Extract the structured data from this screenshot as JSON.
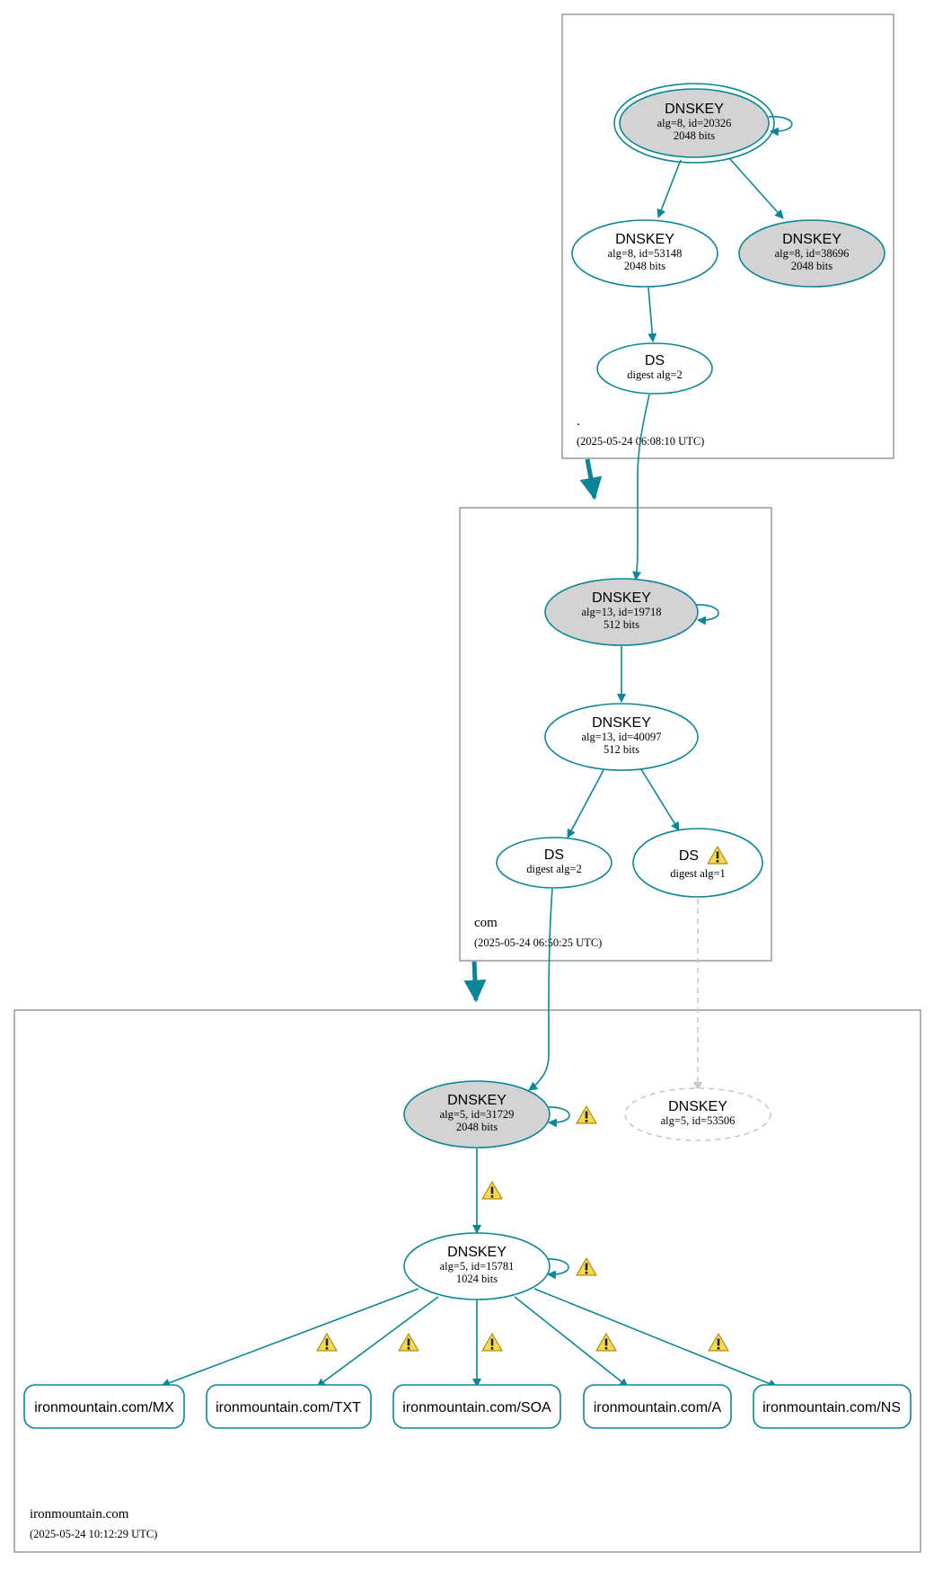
{
  "colors": {
    "edge": "#0a8797",
    "secure_fill": "#d3d3d3",
    "plain_fill": "#ffffff",
    "missing": "#c8c8c8",
    "zone_border": "#666666",
    "warn_fill": "#f5d94f",
    "warn_stroke": "#b08a12"
  },
  "icons": {
    "warning": "warning-triangle-icon"
  },
  "zones": {
    "root": {
      "name": ".",
      "timestamp": "(2025-05-24 06:08:10 UTC)"
    },
    "com": {
      "name": "com",
      "timestamp": "(2025-05-24 06:50:25 UTC)"
    },
    "ironmountain": {
      "name": "ironmountain.com",
      "timestamp": "(2025-05-24 10:12:29 UTC)"
    }
  },
  "nodes": {
    "root_ksk": {
      "title": "DNSKEY",
      "line1": "alg=8, id=20326",
      "line2": "2048 bits"
    },
    "root_zsk": {
      "title": "DNSKEY",
      "line1": "alg=8, id=53148",
      "line2": "2048 bits"
    },
    "root_key2": {
      "title": "DNSKEY",
      "line1": "alg=8, id=38696",
      "line2": "2048 bits"
    },
    "root_ds": {
      "title": "DS",
      "line1": "digest alg=2"
    },
    "com_ksk": {
      "title": "DNSKEY",
      "line1": "alg=13, id=19718",
      "line2": "512 bits"
    },
    "com_zsk": {
      "title": "DNSKEY",
      "line1": "alg=13, id=40097",
      "line2": "512 bits"
    },
    "com_ds2": {
      "title": "DS",
      "line1": "digest alg=2"
    },
    "com_ds1": {
      "title": "DS",
      "line1": "digest alg=1"
    },
    "im_ksk": {
      "title": "DNSKEY",
      "line1": "alg=5, id=31729",
      "line2": "2048 bits"
    },
    "im_missing": {
      "title": "DNSKEY",
      "line1": "alg=5, id=53506"
    },
    "im_zsk": {
      "title": "DNSKEY",
      "line1": "alg=5, id=15781",
      "line2": "1024 bits"
    }
  },
  "rrsets": {
    "mx": "ironmountain.com/MX",
    "txt": "ironmountain.com/TXT",
    "soa": "ironmountain.com/SOA",
    "a": "ironmountain.com/A",
    "ns": "ironmountain.com/NS"
  }
}
